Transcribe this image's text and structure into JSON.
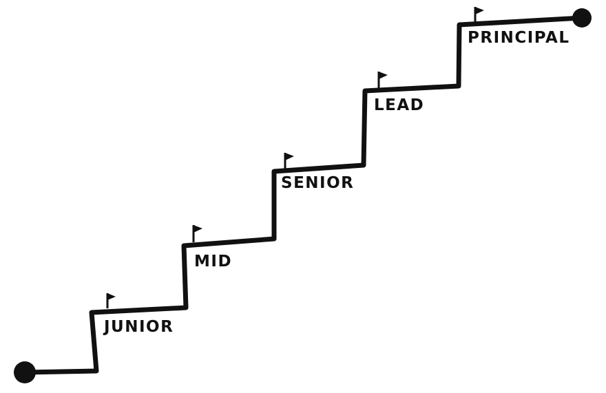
{
  "diagram": {
    "steps": [
      {
        "label": "JUNIOR"
      },
      {
        "label": "MID"
      },
      {
        "label": "SENIOR"
      },
      {
        "label": "LEAD"
      },
      {
        "label": "PRINCIPAL"
      }
    ]
  },
  "colors": {
    "ink": "#111111",
    "background": "#ffffff"
  }
}
